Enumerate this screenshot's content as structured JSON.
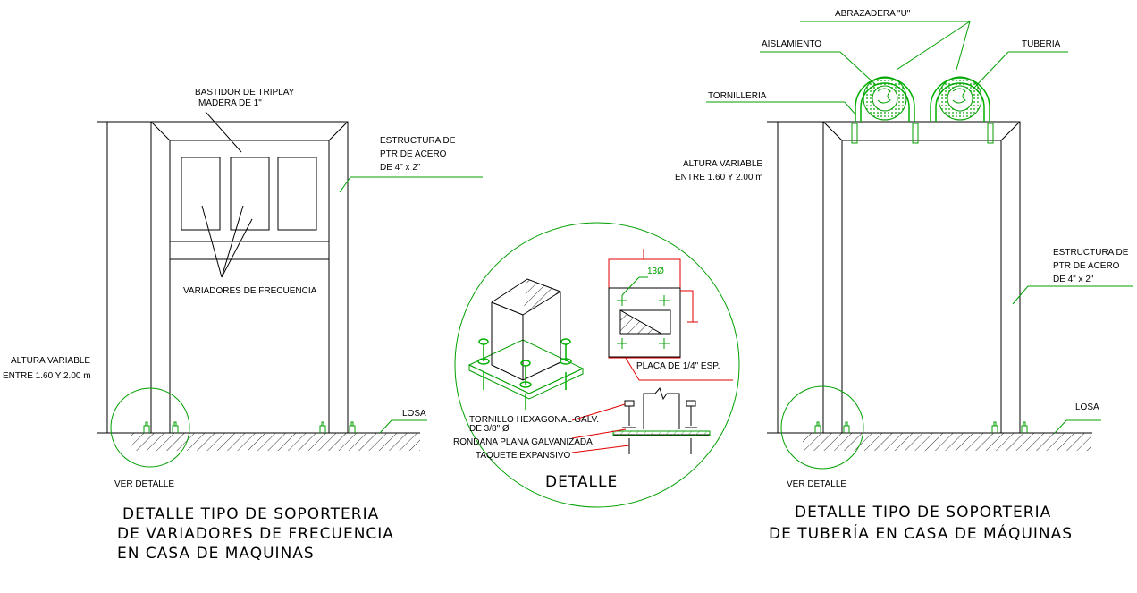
{
  "left": {
    "frame_label_1": "BASTIDOR DE TRIPLAY",
    "frame_label_2": "MADERA DE 1\"",
    "struct_1": "ESTRUCTURA DE",
    "struct_2": "PTR DE ACERO",
    "struct_3": "DE 4\" x 2\"",
    "variadores": "VARIADORES DE FRECUENCIA",
    "altura_1": "ALTURA VARIABLE",
    "altura_2": "ENTRE 1.60 Y 2.00 m",
    "losa": "LOSA",
    "ver_detalle": "VER DETALLE",
    "title_1": "DETALLE TIPO DE SOPORTERIA",
    "title_2": "DE VARIADORES DE FRECUENCIA",
    "title_3": "EN CASA DE MAQUINAS"
  },
  "center": {
    "dim": "13Ø",
    "placa": "PLACA DE 1/4\" ESP.",
    "tornillo_1": "TORNILLO HEXAGONAL GALV.",
    "tornillo_2": "DE 3/8\" Ø",
    "rondana": "RONDANA PLANA GALVANIZADA",
    "taquete": "TAQUETE EXPANSIVO",
    "title": "DETALLE"
  },
  "right": {
    "abrazadera": "ABRAZADERA \"U\"",
    "aislamiento": "AISLAMIENTO",
    "tuberia": "TUBERIA",
    "tornilleria": "TORNILLERIA",
    "altura_1": "ALTURA VARIABLE",
    "altura_2": "ENTRE 1.60 Y 2.00 m",
    "struct_1": "ESTRUCTURA DE",
    "struct_2": "PTR DE ACERO",
    "struct_3": "DE 4\" x 2\"",
    "losa": "LOSA",
    "ver_detalle": "VER DETALLE",
    "title_1": "DETALLE TIPO DE SOPORTERIA",
    "title_2": "DE TUBERÍA EN CASA DE MÁQUINAS"
  },
  "colors": {
    "line": "#000000",
    "leader": "#00a000",
    "highlight": "#e00000"
  }
}
